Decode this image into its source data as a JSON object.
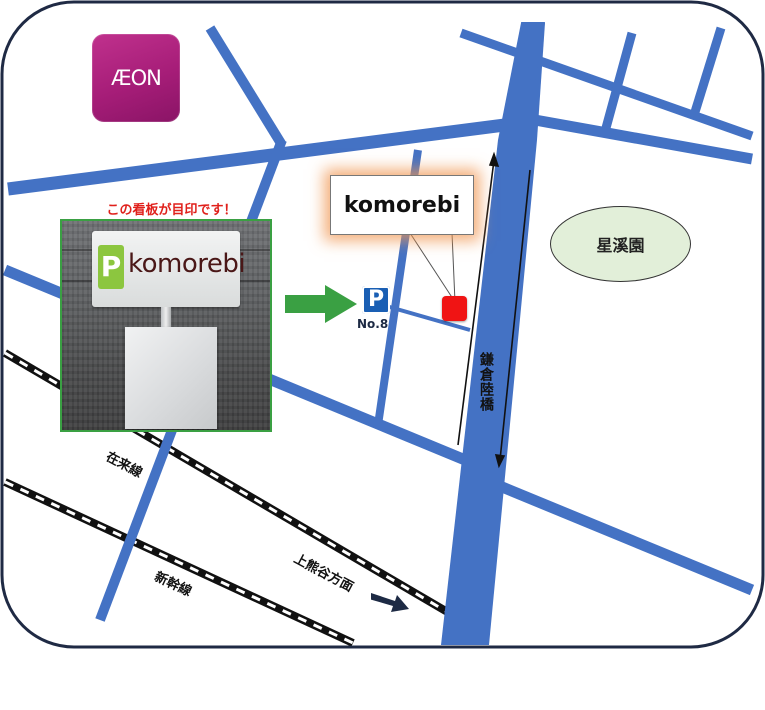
{
  "landmarks": {
    "aeon_logo_text": "ÆON",
    "seikeien": "星溪園"
  },
  "sign": {
    "caption": "この看板が目印です！",
    "p_letter": "P",
    "brand": "komorebi"
  },
  "callout_label": "komorebi",
  "parking": {
    "letter": "P",
    "number": "No.8"
  },
  "roads": {
    "kamakura_bridge": "鎌倉陸橋",
    "zairai_line": "在来線",
    "shinkansen_line": "新幹線",
    "kamikumagaya_direction": "上熊谷方面"
  },
  "colors": {
    "road": "#4472c4",
    "frame": "#1f2a44",
    "sign_border": "#3aa043",
    "arrow_green": "#3aa043",
    "marker": "#f01414",
    "caption_red": "#e0201b"
  }
}
